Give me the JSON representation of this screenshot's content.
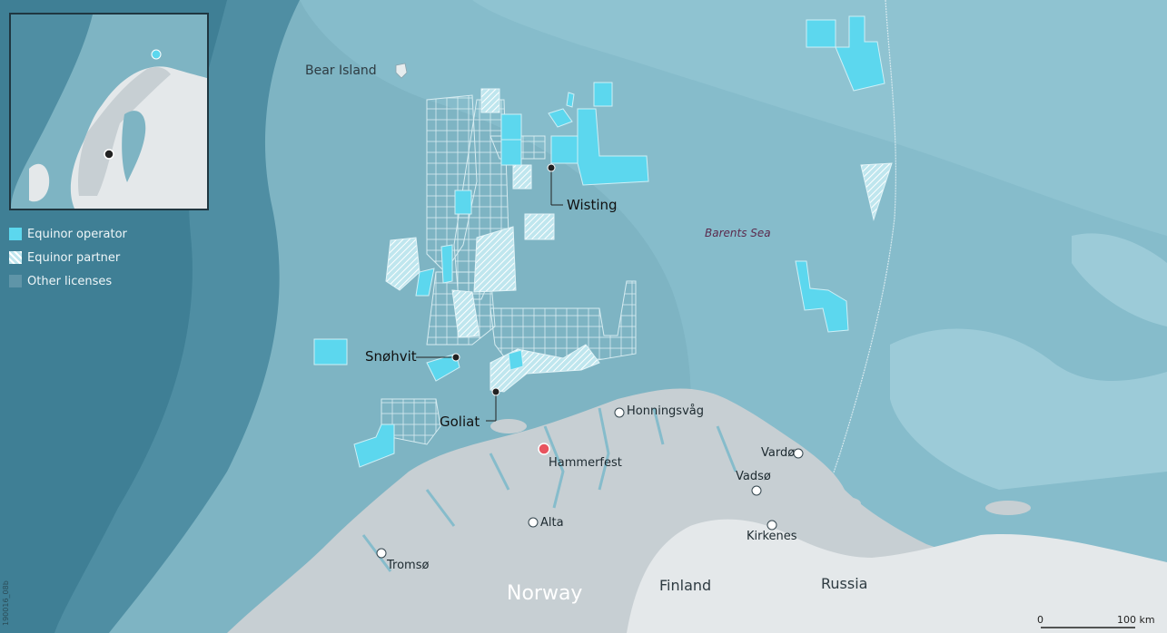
{
  "colors": {
    "deep_sea": "#4f8ea3",
    "shelf_sea": "#7eb4c3",
    "land": "#c7cfd3",
    "land_light": "#e4e8ea",
    "equinor_operator": "#5cd7ee",
    "equinor_partner": "#bfe6ee",
    "other_licenses": "#5f95a8"
  },
  "legend": {
    "items": [
      {
        "label": "Equinor operator",
        "style": "operator"
      },
      {
        "label": "Equinor partner",
        "style": "partner"
      },
      {
        "label": "Other licenses",
        "style": "other"
      }
    ]
  },
  "labels": {
    "bear_island": "Bear Island",
    "barents_sea": "Barents Sea",
    "wisting": "Wisting",
    "snohvit": "Snøhvit",
    "goliat": "Goliat",
    "honningsvag": "Honningsvåg",
    "hammerfest": "Hammerfest",
    "vardo": "Vardø",
    "vadso": "Vadsø",
    "alta": "Alta",
    "kirkenes": "Kirkenes",
    "tromso": "Tromsø",
    "norway": "Norway",
    "finland": "Finland",
    "russia": "Russia"
  },
  "scale_bar": {
    "start": "0",
    "end": "100 km"
  },
  "map_code": "190016_08b"
}
